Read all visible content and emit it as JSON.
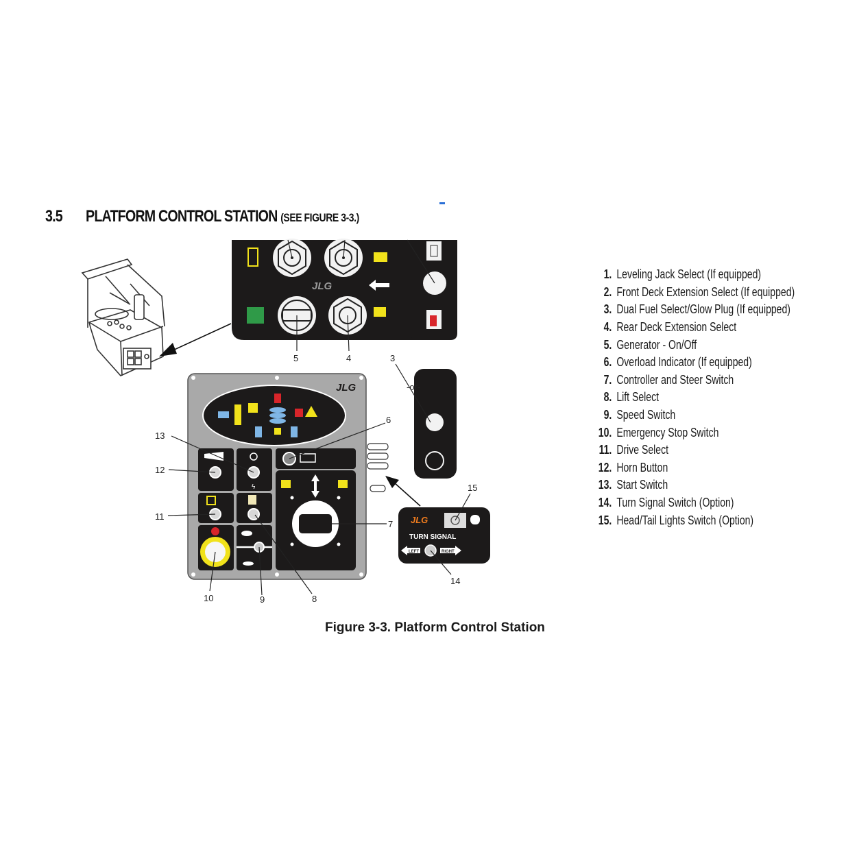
{
  "section": {
    "number": "3.5",
    "title": "PLATFORM CONTROL STATION",
    "reference": "(SEE FIGURE 3-3.)"
  },
  "figure": {
    "caption": "Figure 3-3. Platform Control Station",
    "callouts": [
      "3",
      "4",
      "5",
      "6",
      "7",
      "8",
      "9",
      "10",
      "11",
      "12",
      "13",
      "14",
      "15"
    ],
    "panel_labels": {
      "or_text": "-or-",
      "turn_signal": "TURN SIGNAL",
      "left": "LEFT",
      "right": "RIGHT",
      "logo": "JLG"
    },
    "colors": {
      "panel_black": "#1c1a1a",
      "panel_gray": "#a9a9a9",
      "estop_yellow": "#f1e21b",
      "estop_red": "#d8252a",
      "generator_green": "#2f9a48",
      "logo_orange": "#f07c1e",
      "indicator_blue": "#7fb6e6"
    }
  },
  "legend": {
    "items": [
      {
        "n": "1.",
        "label": "Leveling Jack Select (If equipped)"
      },
      {
        "n": "2.",
        "label": "Front Deck Extension Select (If equipped)"
      },
      {
        "n": "3.",
        "label": "Dual Fuel Select/Glow Plug (If equipped)"
      },
      {
        "n": "4.",
        "label": "Rear Deck Extension Select"
      },
      {
        "n": "5.",
        "label": "Generator - On/Off"
      },
      {
        "n": "6.",
        "label": "Overload Indicator (If equipped)"
      },
      {
        "n": "7.",
        "label": "Controller and Steer Switch"
      },
      {
        "n": "8.",
        "label": "Lift Select"
      },
      {
        "n": "9.",
        "label": "Speed Switch"
      },
      {
        "n": "10.",
        "label": "Emergency Stop Switch"
      },
      {
        "n": "11.",
        "label": "Drive Select"
      },
      {
        "n": "12.",
        "label": "Horn Button"
      },
      {
        "n": "13.",
        "label": "Start Switch"
      },
      {
        "n": "14.",
        "label": "Turn Signal Switch (Option)"
      },
      {
        "n": "15.",
        "label": "Head/Tail Lights Switch (Option)"
      }
    ]
  }
}
